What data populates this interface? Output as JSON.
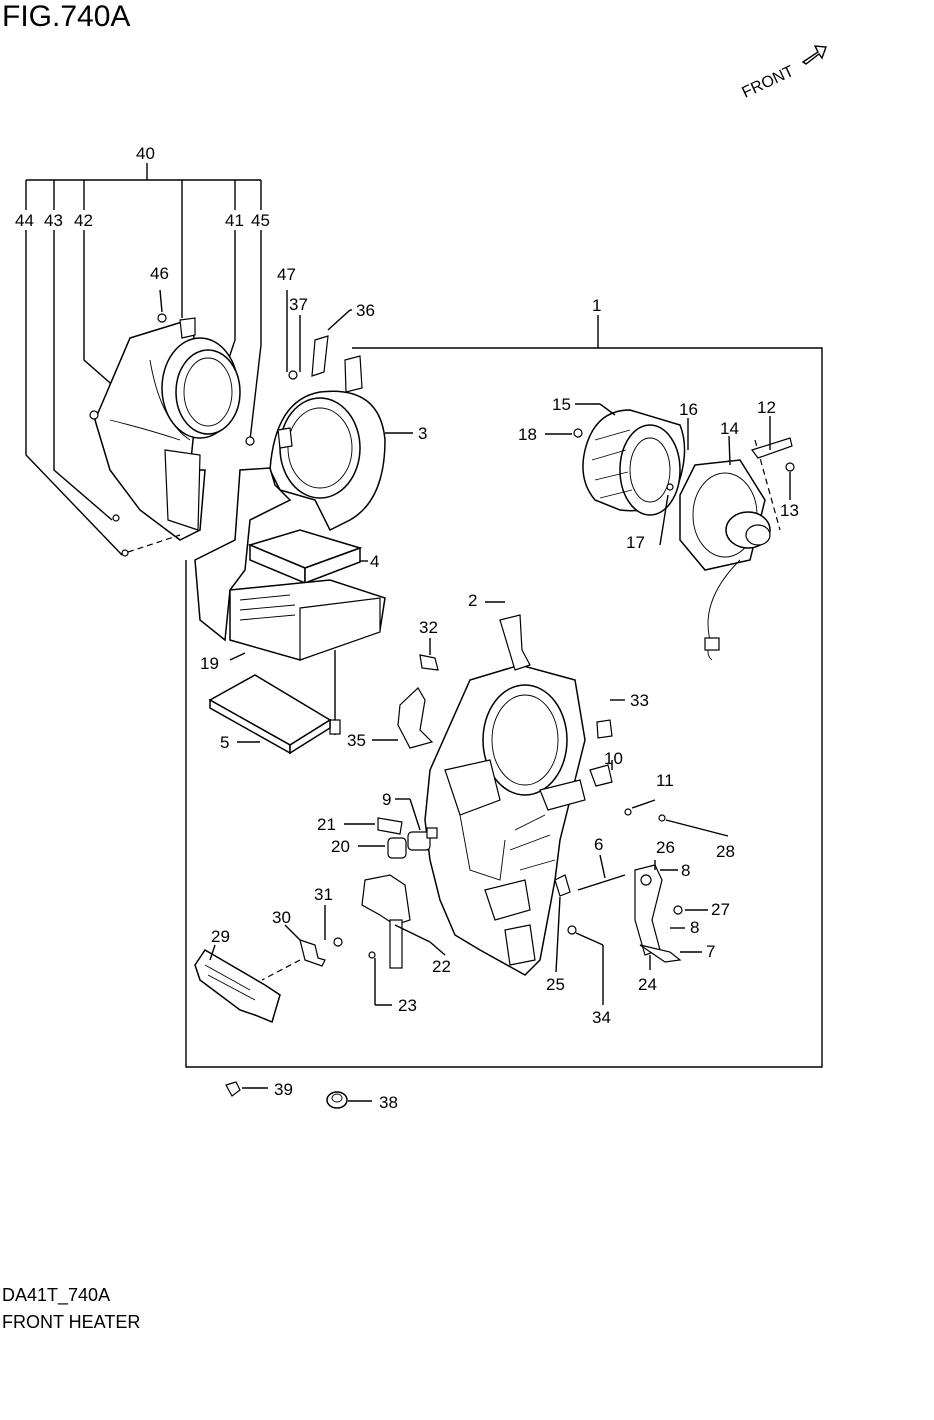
{
  "figure": {
    "title": "FIG.740A",
    "code": "DA41T_740A",
    "name": "FRONT HEATER",
    "direction_label": "FRONT"
  },
  "callouts": {
    "c1": "1",
    "c2": "2",
    "c3": "3",
    "c4": "4",
    "c5": "5",
    "c6": "6",
    "c7": "7",
    "c8a": "8",
    "c8b": "8",
    "c9": "9",
    "c10": "10",
    "c11": "11",
    "c12": "12",
    "c13": "13",
    "c14": "14",
    "c15": "15",
    "c16": "16",
    "c17": "17",
    "c18": "18",
    "c19": "19",
    "c20": "20",
    "c21": "21",
    "c22": "22",
    "c23": "23",
    "c24": "24",
    "c25": "25",
    "c26": "26",
    "c27": "27",
    "c28": "28",
    "c29": "29",
    "c30": "30",
    "c31": "31",
    "c32": "32",
    "c33": "33",
    "c34": "34",
    "c35": "35",
    "c36": "36",
    "c37": "37",
    "c38": "38",
    "c39": "39",
    "c40": "40",
    "c41": "41",
    "c42": "42",
    "c43": "43",
    "c44": "44",
    "c45": "45",
    "c46": "46",
    "c47": "47"
  }
}
